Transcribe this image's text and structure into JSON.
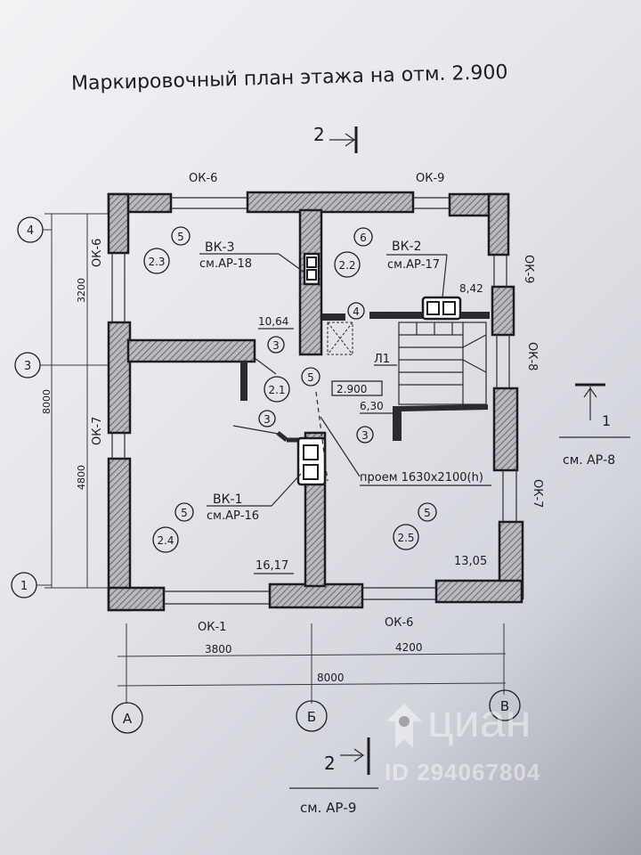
{
  "title": "Маркировочный план этажа на отм. 2.900",
  "section_marks": {
    "top_number": "2",
    "bottom_number": "2",
    "bottom_ref": "см. АР-9",
    "right_number": "1",
    "right_ref": "см. АР-8"
  },
  "axes": {
    "rows": [
      "4",
      "3",
      "1"
    ],
    "cols": [
      "А",
      "Б",
      "В"
    ]
  },
  "dimensions": {
    "left_total": "8000",
    "left_top": "3200",
    "left_bottom": "4800",
    "bottom_left": "3800",
    "bottom_right": "4200",
    "bottom_total": "8000"
  },
  "windows": {
    "top_left": "ОК-6",
    "top_right": "ОК-9",
    "left_upper": "ОК-6",
    "left_lower": "ОК-7",
    "right_upper": "ОК-9",
    "right_middle": "ОК-8",
    "right_lower": "ОК-7",
    "bottom_left": "ОК-1",
    "bottom_right": "ОК-6"
  },
  "rooms": [
    {
      "id": "2.3",
      "area": "10,64",
      "finish": "5"
    },
    {
      "id": "2.2",
      "area": "8,42",
      "finish": "6"
    },
    {
      "id": "2.1",
      "area": "6,30",
      "finish": "5"
    },
    {
      "id": "2.4",
      "area": "16,17",
      "finish": "5"
    },
    {
      "id": "2.5",
      "area": "13,05",
      "finish": "5"
    }
  ],
  "marks": {
    "door_mark": "3",
    "floor_mark": "4",
    "stair": "Л1",
    "level": "2.900",
    "opening": "проем 1630х2100(h)"
  },
  "vents": [
    {
      "name": "ВК-3",
      "ref": "см.АР-18"
    },
    {
      "name": "ВК-2",
      "ref": "см.АР-17"
    },
    {
      "name": "ВК-1",
      "ref": "см.АР-16"
    }
  ],
  "watermark": {
    "brand": "циан",
    "id": "ID 294067804"
  }
}
